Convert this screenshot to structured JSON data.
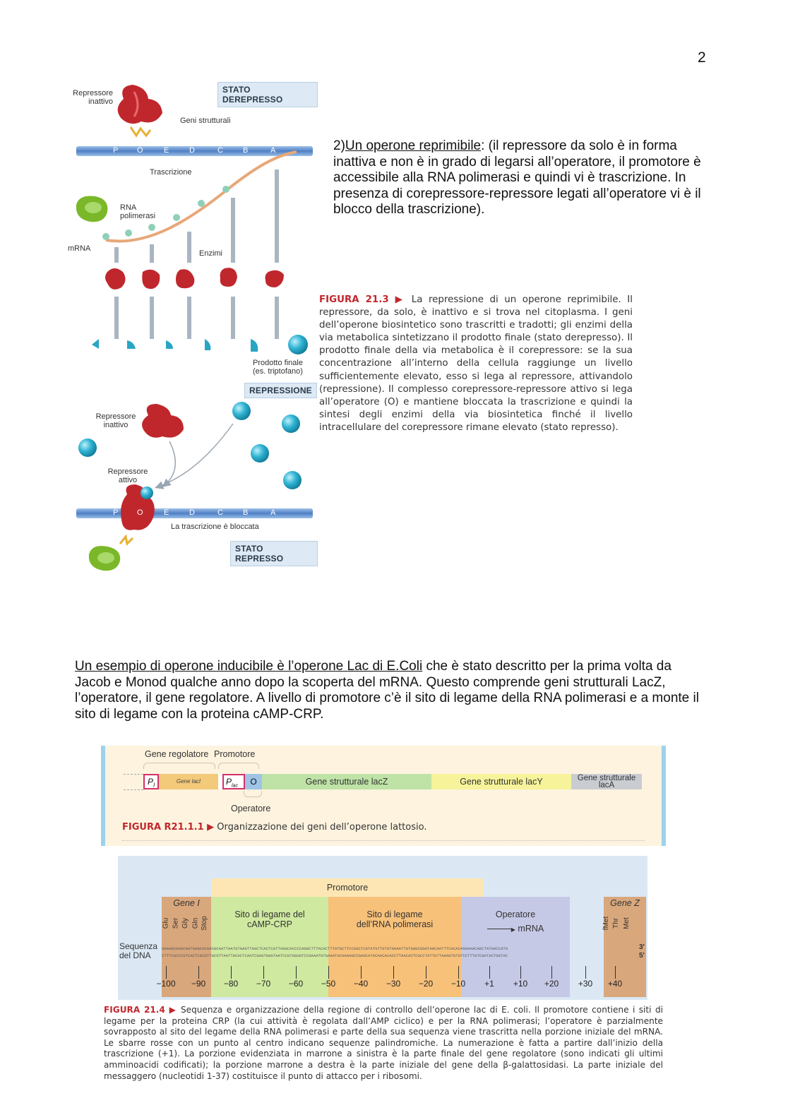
{
  "page_number": "2",
  "para1": {
    "prefix": "2)",
    "underlined": "Un operone reprimibile",
    "rest": ": (il repressore da solo è in forma inattiva e non è in grado di legarsi all’operatore, il promotore è accessibile alla RNA polimerasi e quindi vi è trascrizione. In presenza di corepressore-repressore legati all’operatore vi è il blocco della trascrizione)."
  },
  "fig213": {
    "stato_derepresso": "STATO DEREPRESSO",
    "repressore_inattivo": "Repressore inattivo",
    "geni_strutturali": "Geni strutturali",
    "genes": [
      "P",
      "O",
      "E",
      "D",
      "C",
      "B",
      "A"
    ],
    "trascrizione": "Trascrizione",
    "rna_polimerasi": "RNA polimerasi",
    "mrna": "mRNA",
    "enzimi": "Enzimi",
    "prodotto_finale": "Prodotto finale (es. triptofano)",
    "repressione": "REPRESSIONE",
    "repressore_inattivo_2": "Repressore inattivo",
    "repressore_attivo": "Repressore attivo",
    "trascrizione_bloccata": "La trascrizione è bloccata",
    "stato_represso": "STATO REPRESSO",
    "caption_label": "FIGURA 21.3 ▶",
    "caption_text": "La repressione di un operone reprimibile. Il repressore, da solo, è inattivo e si trova nel citoplasma. I geni dell’operone biosintetico sono trascritti e tradotti; gli enzimi della via metabolica sintetizzano il prodotto finale (stato derepresso). Il prodotto finale della via metabolica è il corepressore: se la sua concentrazione all’interno della cellula raggiunge un livello sufficientemente elevato, esso si lega al repressore, attivandolo (repressione). Il complesso corepressore-repressore attivo si lega all’operatore (O) e mantiene bloccata la trascrizione e quindi la sintesi degli enzimi della via biosintetica finché il livello intracellulare del corepressore rimane elevato (stato represso)."
  },
  "para2": {
    "underlined": "Un esempio di operone inducibile è l’operone Lac di E.Coli",
    "rest": " che è stato descritto per la prima volta da Jacob e Monod qualche anno dopo la scoperta del mRNA. Questo comprende geni strutturali LacZ, l’operatore, il gene regolatore. A livello di promotore c’è il sito di legame della RNA polimerasi e a monte il sito di legame con la proteina cAMP-CRP."
  },
  "figR2111": {
    "gene_regolatore": "Gene regolatore",
    "promotore": "Promotore",
    "pi": "P",
    "pi_sub": "I",
    "gene_laci": "Gene lacI",
    "plac": "P",
    "plac_sub": "lac",
    "o": "O",
    "lacz": "Gene strutturale lacZ",
    "lacy": "Gene strutturale lacY",
    "laca": "Gene strutturale lacA",
    "operatore": "Operatore",
    "caption_label": "FIGURA R21.1.1 ▶",
    "caption_text": "Organizzazione dei geni dell’operone lattosio."
  },
  "fig214": {
    "promotore": "Promotore",
    "gene_i": "Gene I",
    "gene_z": "Gene Z",
    "aa_left": [
      "Glu",
      "Ser",
      "Gly",
      "Gln",
      "Stop"
    ],
    "aa_right": [
      "fMet",
      "Thr",
      "Met"
    ],
    "sito_camp": "Sito di legame del cAMP-CRP",
    "sito_rna": "Sito di legame dell’RNA polimerasi",
    "operatore": "Operatore",
    "mrna": "mRNA",
    "sequenza": "Sequenza del DNA",
    "three_prime": "3'",
    "five_prime": "5'",
    "dna_top": "GAAAGCGGGCAGTGAGCGCAACGCAATTAATGTGAGTTAGCTCACTCATTAGGCACCCCAGGCTTTACACTTTATGCTTCCGGCTCGTATGTTGTGTGGAATTGTGAGCGGATAACAATTTCACACAGGAAACAGCTATGACCATG",
    "dna_bottom": "CTTTCGCCCGTCACTCGCGTTGCGTTAATTACACTCAATCGAGTGAGTAATCCGTGGGGTCCGAAATGTGAAATACGAAGGCCGAGCATACAACACACCTTAACACTCGCCTATTGTTAAAGTGTGTCCTTTGTCGATACTGGTAC",
    "ticks": [
      "−100",
      "−90",
      "−80",
      "−70",
      "−60",
      "−50",
      "−40",
      "−30",
      "−20",
      "−10",
      "+1",
      "+10",
      "+20",
      "+30",
      "+40"
    ],
    "caption_label": "FIGURA 21.4 ▶",
    "caption_text": "Sequenza e organizzazione della regione di controllo dell’operone lac di E. coli. Il promotore contiene i siti di legame per la proteina CRP (la cui attività è regolata dall’AMP ciclico) e per la RNA polimerasi; l’operatore è parzialmente sovrapposto al sito del legame della RNA polimerasi e parte della sua sequenza viene trascritta nella porzione iniziale del mRNA. Le sbarre rosse con un punto al centro indicano sequenze palindromiche. La numerazione è fatta a partire dall’inizio della trascrizione (+1). La porzione evidenziata in marrone a sinistra è la parte finale del gene regolatore (sono indicati gli ultimi amminoacidi codificati); la porzione marrone a destra è la parte iniziale del gene della β-galattosidasi. La parte iniziale del messaggero (nucleotidi 1-37) costituisce il punto di attacco per i ribosomi."
  },
  "colors": {
    "repressor": "#c0272d",
    "polymerase": "#7ab829",
    "dna": "#5b86c5",
    "product": "#29a5c4",
    "caption_red": "#c0272d"
  }
}
